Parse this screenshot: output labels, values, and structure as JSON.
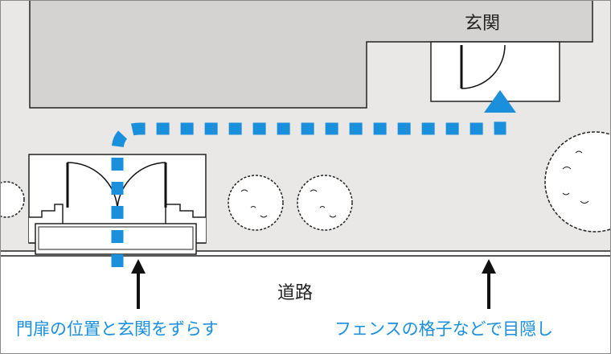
{
  "labels": {
    "entrance": "玄関",
    "road": "道路"
  },
  "captions": {
    "left": "門扉の位置と玄関をずらす",
    "right": "フェンスの格子などで目隠し"
  },
  "colors": {
    "path_blue": "#1a8fdc",
    "caption_blue": "#1a8fdc",
    "ground": "#e9e8e6",
    "house": "#d4d3d1",
    "outline": "#111111",
    "frame": "#8a8a8a"
  }
}
